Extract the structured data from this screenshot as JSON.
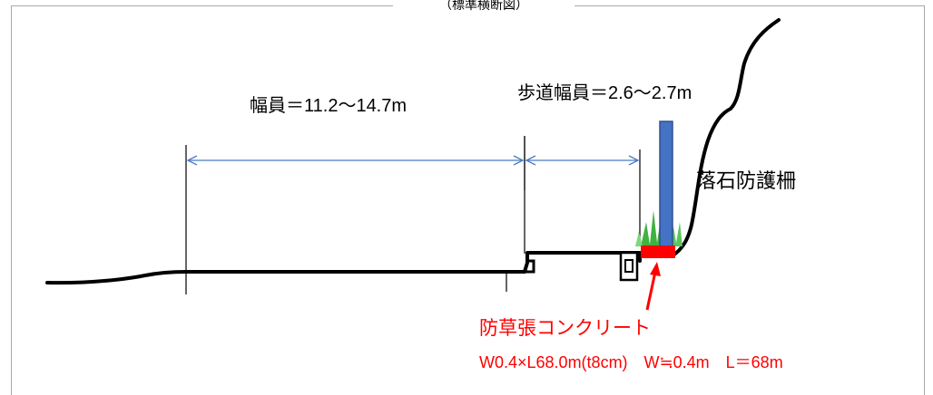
{
  "diagram": {
    "top_caption": "（標準横断図）",
    "road_width_label": "幅員＝11.2〜14.7m",
    "sidewalk_width_label": "歩道幅員＝2.6〜2.7m",
    "fence_label": "落石防護柵",
    "concrete_title": "防草張コンクリート",
    "concrete_spec": "W0.4×L68.0m(t8cm)　W≒0.4m　L＝68m",
    "colors": {
      "annotation_red": "#ff0000",
      "dimension_blue": "#4a7bc8",
      "fence_post": "#4472c4",
      "grass": "#3fb23f"
    }
  }
}
